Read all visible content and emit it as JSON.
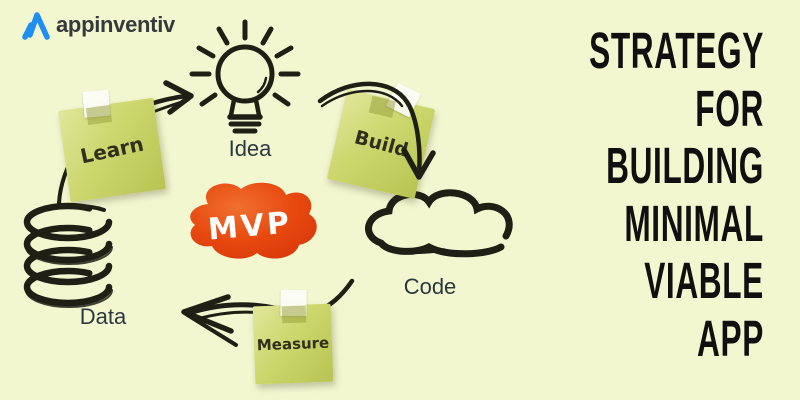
{
  "background_color": "#f3f7d0",
  "logo": {
    "text": "appinventiv",
    "icon": "appinventiv-triangle-mark",
    "icon_color": "#1e8ef2",
    "text_color": "#35393c"
  },
  "headline": {
    "lines": [
      "STRATEGY",
      "FOR",
      "BUILDING",
      "MINIMAL",
      "VIABLE",
      "APP"
    ],
    "color": "#101010"
  },
  "cycle": {
    "center": {
      "label": "MVP",
      "shape": "red-cloud-blob",
      "fill": "#e8490f",
      "fill_light": "#f07030",
      "text_color": "#ffffff"
    },
    "nodes": [
      {
        "id": "idea",
        "label": "Idea",
        "icon": "lightbulb-sketch"
      },
      {
        "id": "build",
        "label": "Build",
        "type": "sticky-note"
      },
      {
        "id": "code",
        "label": "Code",
        "icon": "cloud-sketch"
      },
      {
        "id": "measure",
        "label": "Measure",
        "type": "sticky-note"
      },
      {
        "id": "data",
        "label": "Data",
        "icon": "database-coil-sketch"
      },
      {
        "id": "learn",
        "label": "Learn",
        "type": "sticky-note"
      }
    ],
    "label_color": "#2b3840",
    "sticky_color": "#ccd76d",
    "sketch_color": "#1f1f15",
    "flow": [
      "Idea",
      "Build",
      "Code",
      "Measure",
      "Data",
      "Learn"
    ]
  }
}
